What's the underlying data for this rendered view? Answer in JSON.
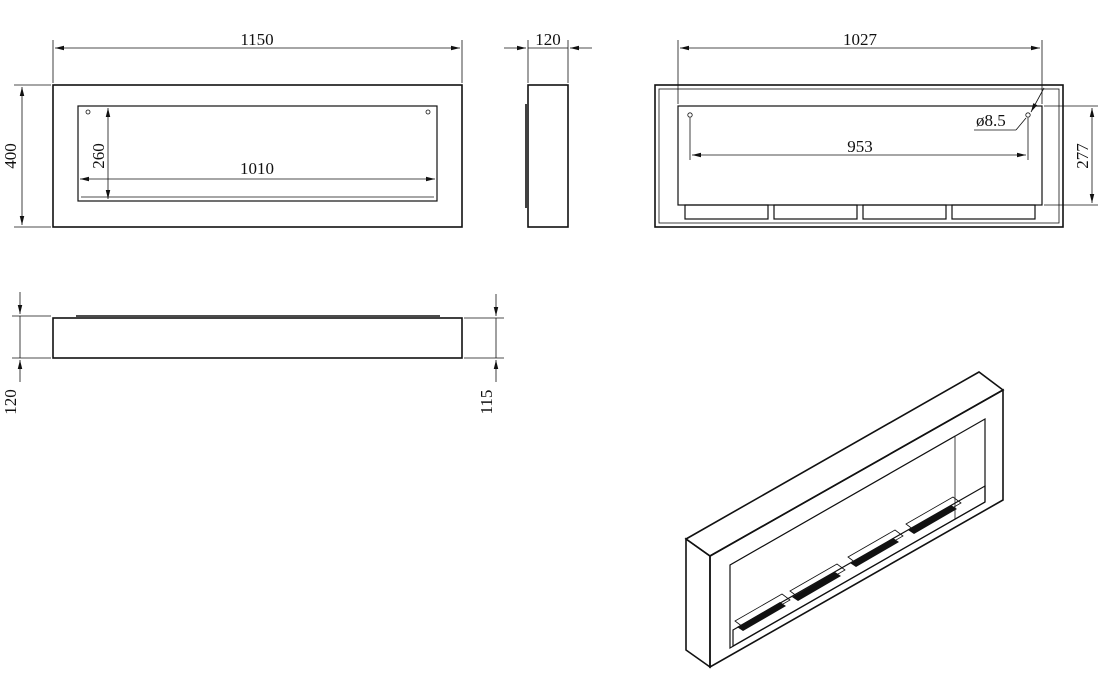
{
  "drawing": {
    "front_view": {
      "width_label": "1150",
      "height_label": "400",
      "opening_width_label": "1010",
      "opening_height_label": "260"
    },
    "side_view": {
      "depth_label": "120"
    },
    "rear_view": {
      "bracket_width_label": "1027",
      "hole_spacing_label": "953",
      "hole_diameter_label": "ø8.5",
      "bracket_height_label": "277"
    },
    "bottom_view": {
      "left_depth_label": "120",
      "right_depth_label": "115"
    },
    "colors": {
      "line": "#111111",
      "background": "#ffffff"
    }
  }
}
